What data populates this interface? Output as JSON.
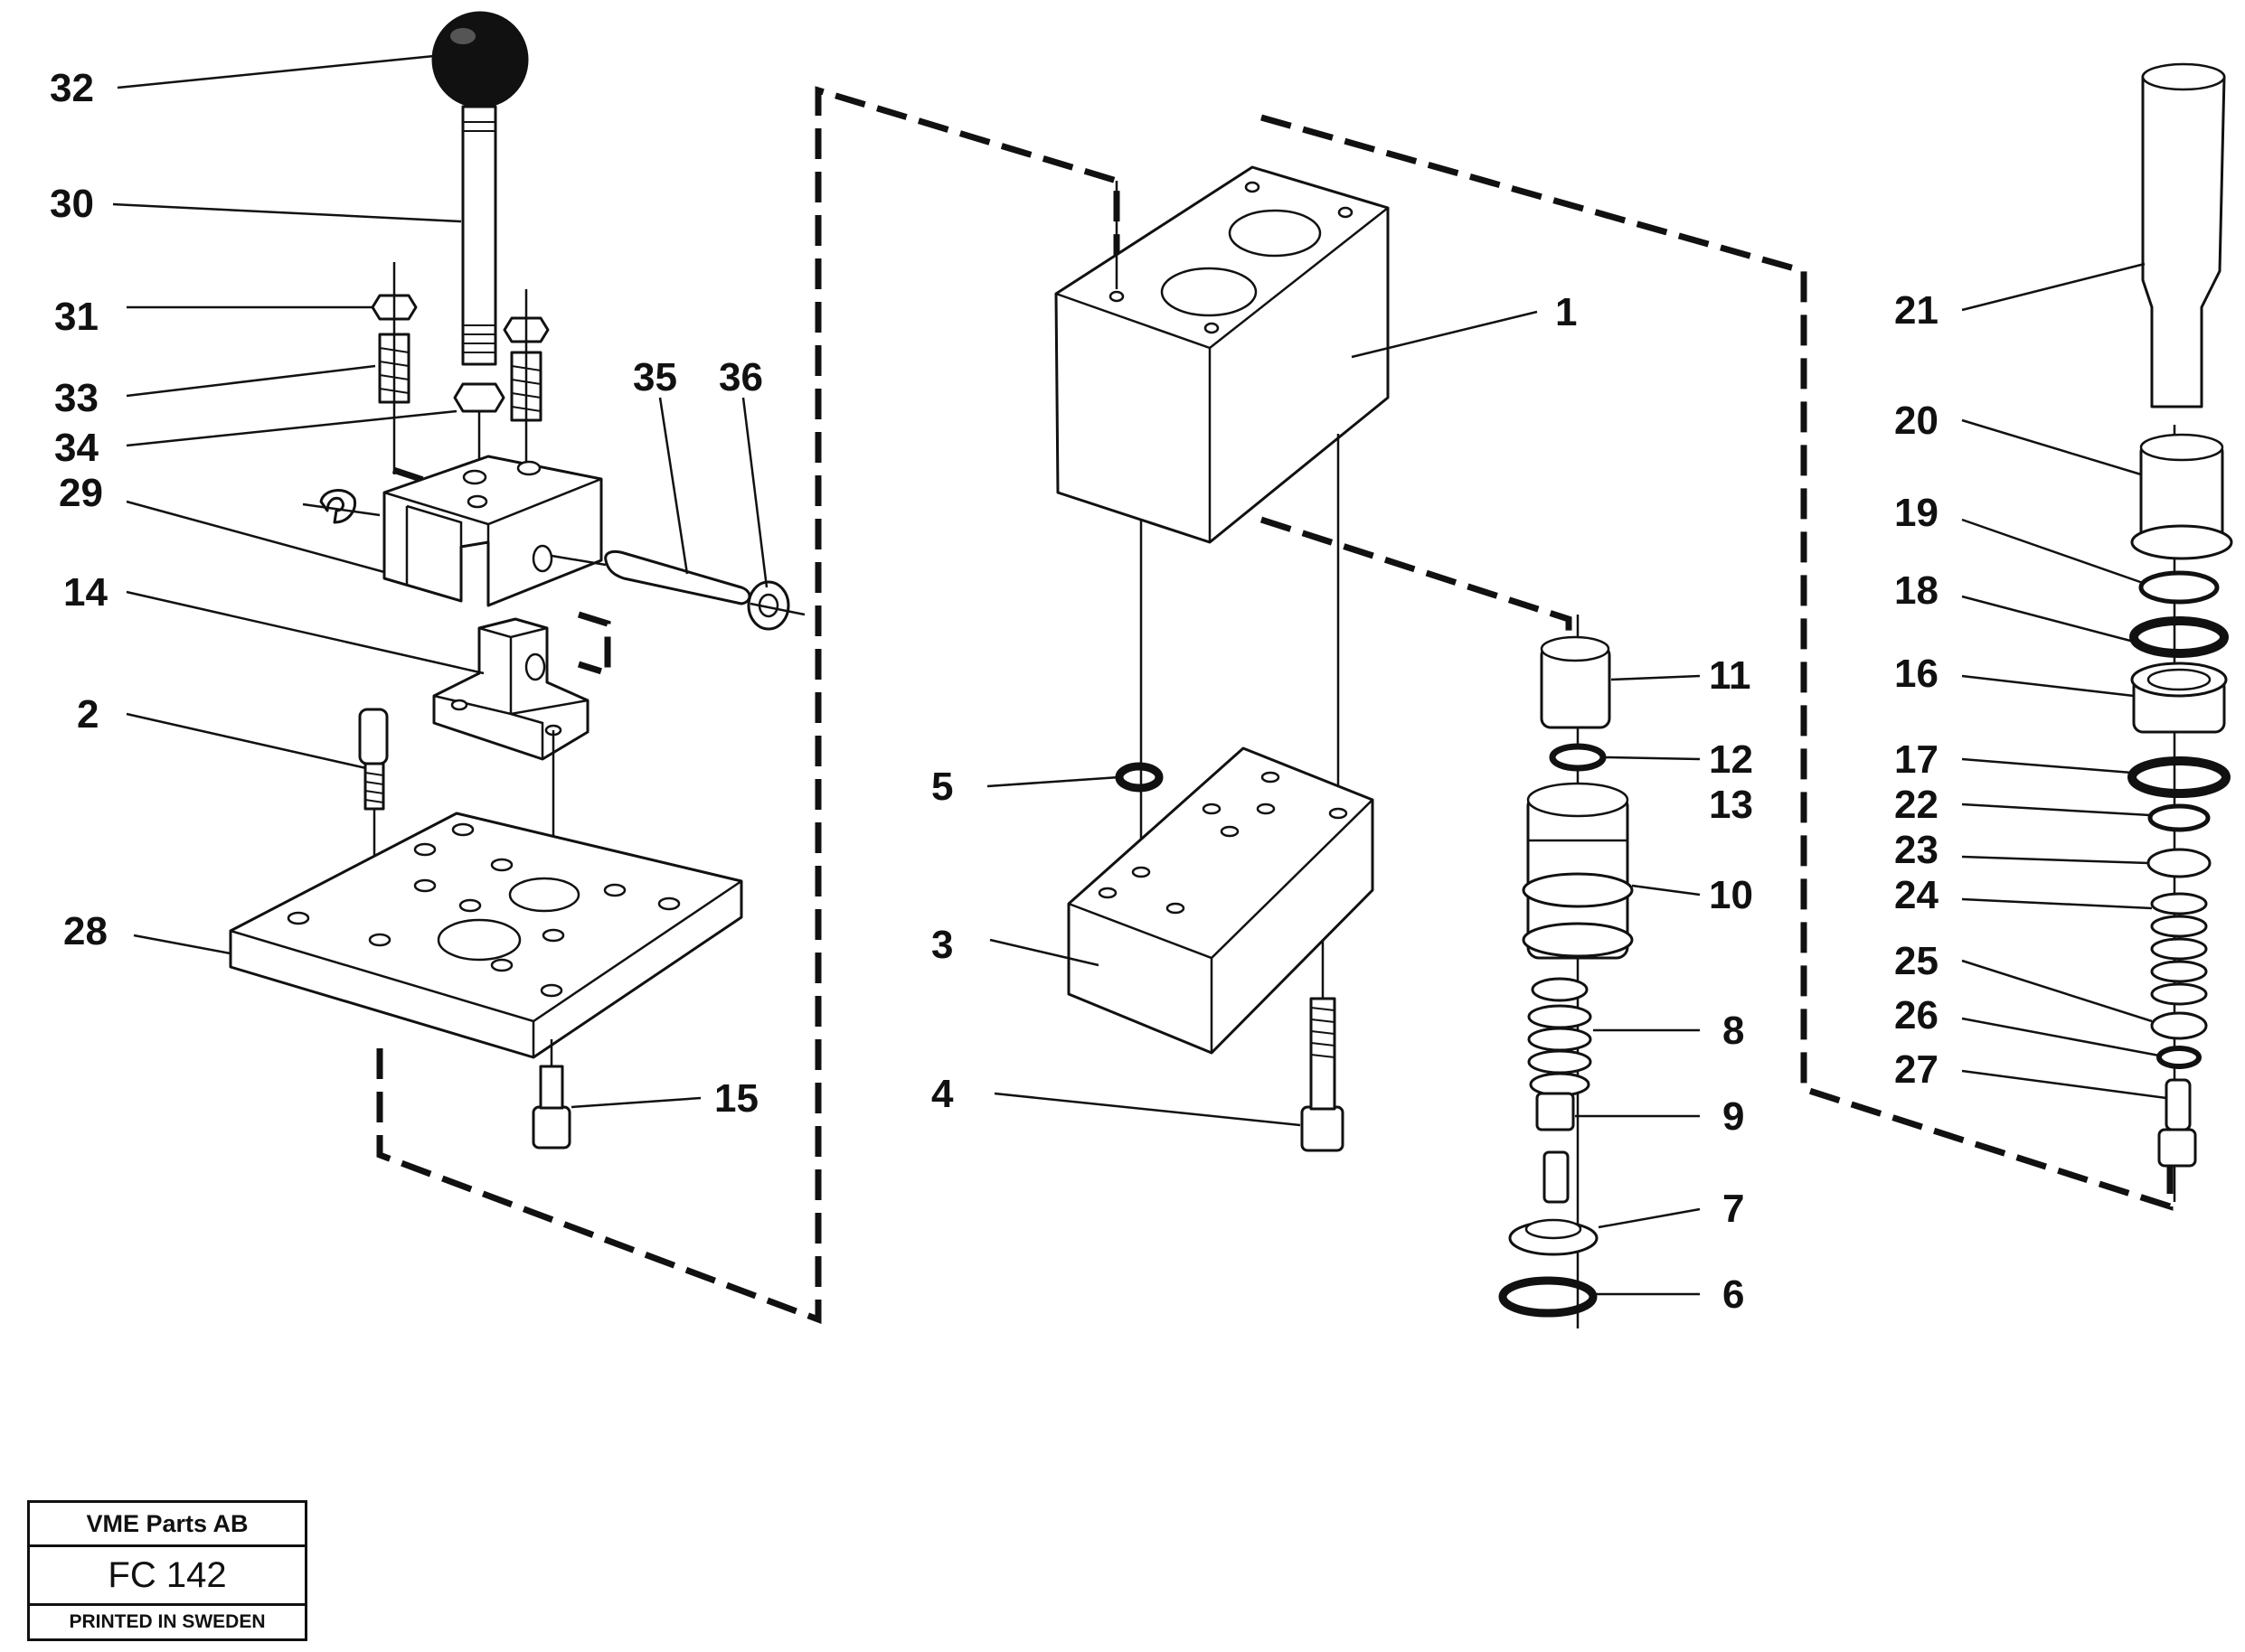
{
  "callouts": {
    "c1": "1",
    "c2": "2",
    "c3": "3",
    "c4": "4",
    "c5": "5",
    "c6": "6",
    "c7": "7",
    "c8": "8",
    "c9": "9",
    "c10": "10",
    "c11": "11",
    "c12": "12",
    "c13": "13",
    "c14": "14",
    "c15": "15",
    "c16": "16",
    "c17": "17",
    "c18": "18",
    "c19": "19",
    "c20": "20",
    "c21": "21",
    "c22": "22",
    "c23": "23",
    "c24": "24",
    "c25": "25",
    "c26": "26",
    "c27": "27",
    "c28": "28",
    "c29": "29",
    "c30": "30",
    "c31": "31",
    "c32": "32",
    "c33": "33",
    "c34": "34",
    "c35": "35",
    "c36": "36"
  },
  "title_block": {
    "company": "VME Parts AB",
    "code": "FC 142",
    "printed": "PRINTED IN SWEDEN"
  }
}
